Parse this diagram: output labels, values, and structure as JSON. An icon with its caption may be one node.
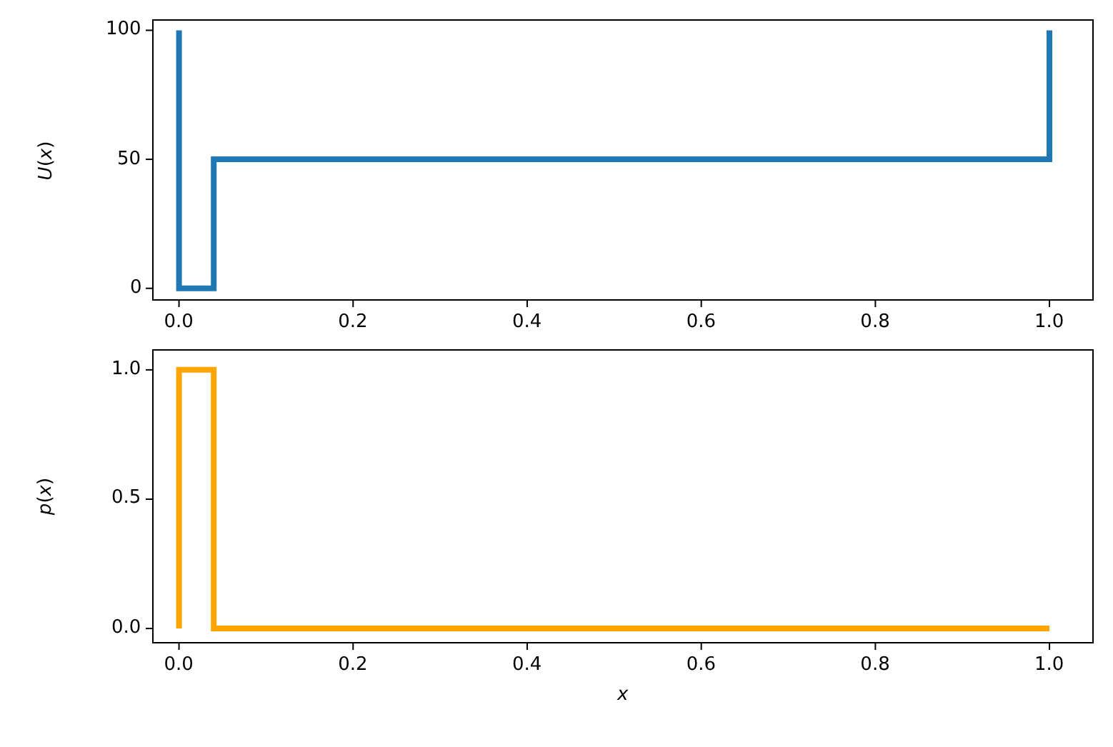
{
  "diagram": {
    "chart_data": [
      {
        "type": "line",
        "ylabel": "*U*(*x*)",
        "x": [
          0,
          0,
          0.04,
          0.04,
          1.0,
          1.0
        ],
        "series": [
          {
            "color": "#1f77b4",
            "values": [
              100,
              0,
              0,
              50,
              50,
              100
            ]
          }
        ],
        "xlim": [
          -0.03,
          1.05
        ],
        "ylim": [
          -4.5,
          104
        ],
        "xticks": [
          {
            "value": 0,
            "label": "0.0"
          },
          {
            "value": 0.2,
            "label": "0.2"
          },
          {
            "value": 0.4,
            "label": "0.4"
          },
          {
            "value": 0.6,
            "label": "0.6"
          },
          {
            "value": 0.8,
            "label": "0.8"
          },
          {
            "value": 1.0,
            "label": "1.0"
          }
        ],
        "yticks": [
          0,
          50,
          100
        ]
      },
      {
        "type": "line",
        "xlabel": "*x*",
        "ylabel": "*p*(*x*)",
        "x": [
          0,
          0,
          0.04,
          0.04,
          1.0
        ],
        "series": [
          {
            "color": "#ffa500",
            "values": [
              0,
              1,
              1,
              0,
              0
            ]
          }
        ],
        "xlim": [
          -0.03,
          1.05
        ],
        "ylim": [
          -0.055,
          1.077
        ],
        "xticks": [
          {
            "value": 0,
            "label": "0.0"
          },
          {
            "value": 0.2,
            "label": "0.2"
          },
          {
            "value": 0.4,
            "label": "0.4"
          },
          {
            "value": 0.6,
            "label": "0.6"
          },
          {
            "value": 0.8,
            "label": "0.8"
          },
          {
            "value": 1.0,
            "label": "1.0"
          }
        ],
        "yticks": [
          {
            "value": 0,
            "label": "0.0"
          },
          {
            "value": 0.5,
            "label": "0.5"
          },
          {
            "value": 1.0,
            "label": "1.0"
          }
        ]
      }
    ]
  }
}
